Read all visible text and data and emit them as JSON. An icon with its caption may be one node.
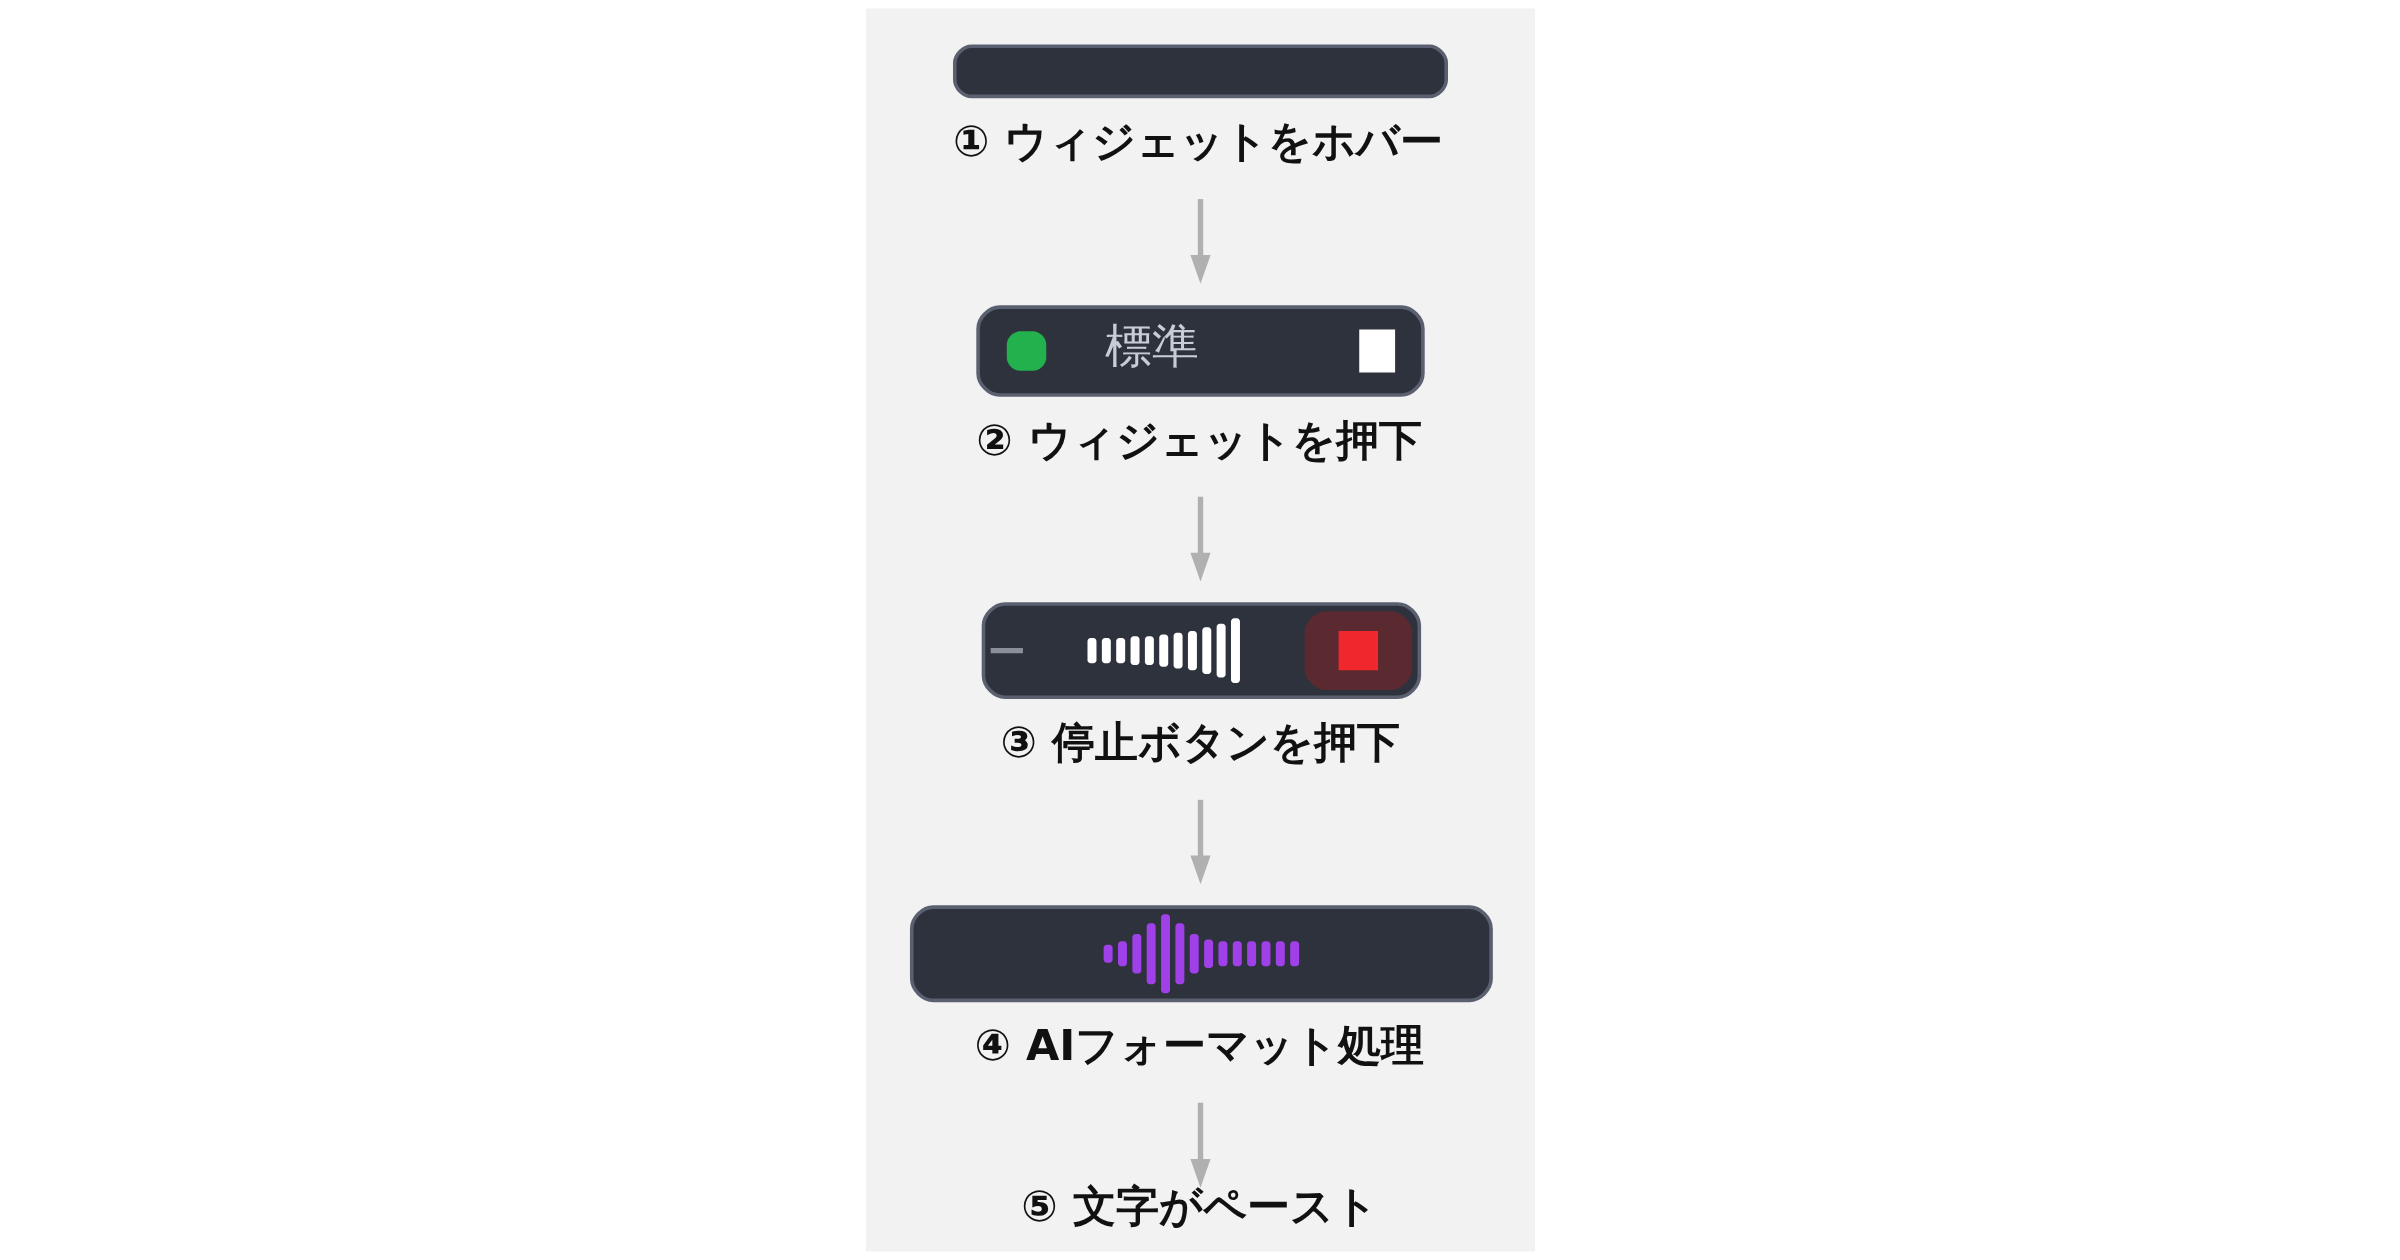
{
  "diagram": {
    "nodes": [
      {
        "text": [],
        "shape": "bar",
        "beside": [
          "① ウィジェットをホバー"
        ]
      },
      {
        "text": [
          "標準"
        ],
        "beside": [
          "② ウィジェットを押下"
        ]
      },
      {
        "text": [],
        "shape": "bar",
        "beside": [
          "③ 停止ボタンを押下"
        ]
      },
      {
        "text": [],
        "shape": "bar",
        "beside": [
          "④ AIフォーマット処理"
        ]
      },
      {
        "text": [
          "⑤ 文字がペースト"
        ]
      }
    ],
    "edges": [
      {
        "from": 0,
        "to": 1,
        "arrow": "to"
      },
      {
        "from": 1,
        "to": 2,
        "arrow": "to"
      },
      {
        "from": 2,
        "to": 3,
        "arrow": "to"
      },
      {
        "from": 3,
        "to": 4,
        "arrow": "to"
      }
    ]
  }
}
